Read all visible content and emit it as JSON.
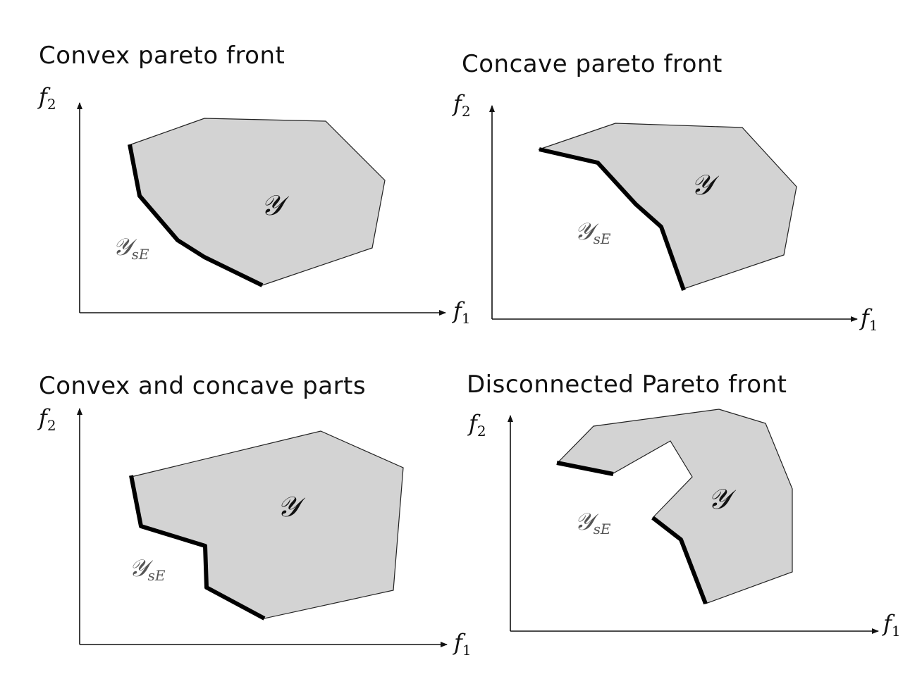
{
  "panels": [
    {
      "title": "Convex pareto front",
      "y_axis": {
        "symbol": "f",
        "subscript": "2"
      },
      "x_axis": {
        "symbol": "f",
        "subscript": "1"
      },
      "set_label": "𝒴",
      "front_label": {
        "symbol": "𝒴",
        "subscript": "sE"
      }
    },
    {
      "title": "Concave pareto front",
      "y_axis": {
        "symbol": "f",
        "subscript": "2"
      },
      "x_axis": {
        "symbol": "f",
        "subscript": "1"
      },
      "set_label": "𝒴",
      "front_label": {
        "symbol": "𝒴",
        "subscript": "sE"
      }
    },
    {
      "title": "Convex and concave parts",
      "y_axis": {
        "symbol": "f",
        "subscript": "2"
      },
      "x_axis": {
        "symbol": "f",
        "subscript": "1"
      },
      "set_label": "𝒴",
      "front_label": {
        "symbol": "𝒴",
        "subscript": "sE"
      }
    },
    {
      "title": "Disconnected Pareto front",
      "y_axis": {
        "symbol": "f",
        "subscript": "2"
      },
      "x_axis": {
        "symbol": "f",
        "subscript": "1"
      },
      "set_label": "𝒴",
      "front_label": {
        "symbol": "𝒴",
        "subscript": "sE"
      }
    }
  ],
  "colors": {
    "region_fill": "#d3d3d3",
    "front_stroke": "#000000",
    "axis": "#111111",
    "front_label": "#555555"
  }
}
